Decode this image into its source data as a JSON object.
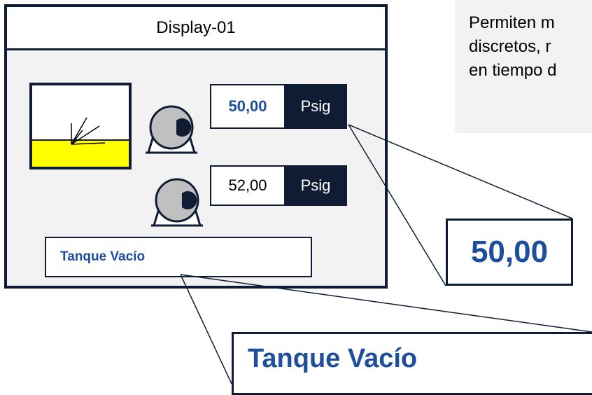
{
  "display": {
    "title": "Display-01"
  },
  "pressure_1": {
    "value": "50,00",
    "unit": "Psig"
  },
  "pressure_2": {
    "value": "52,00",
    "unit": "Psig"
  },
  "status": {
    "text": "Tanque Vacío"
  },
  "description": {
    "lines": [
      "Permiten m",
      "discretos, r",
      "en tiempo d"
    ]
  },
  "zoom": {
    "value": "50,00",
    "status": "Tanque Vacío"
  },
  "colors": {
    "navy": "#0f1c33",
    "accent_blue": "#1f4e9c",
    "tank_fill": "#ffff00",
    "pump_gray": "#c0c0c0",
    "panel_bg": "#f2f2f2"
  }
}
